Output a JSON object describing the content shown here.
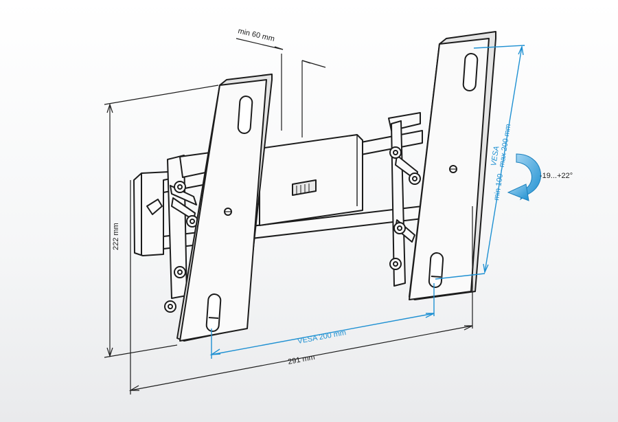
{
  "colors": {
    "background": "#f1f2f4",
    "line": "#1c1c1c",
    "accent": "#1e90d2",
    "metal": "#fafafa"
  },
  "labels": {
    "min_gap": "min 60 mm",
    "height": "222 mm",
    "vesa_h": "VESA 200 mm",
    "width": "291 mm",
    "vesa_v_title": "VESA",
    "vesa_v_range": "min 100 - max 200 mm",
    "tilt": "-19...+22°"
  },
  "icons": {
    "tilt_arrow": "curved-arrow-icon"
  }
}
